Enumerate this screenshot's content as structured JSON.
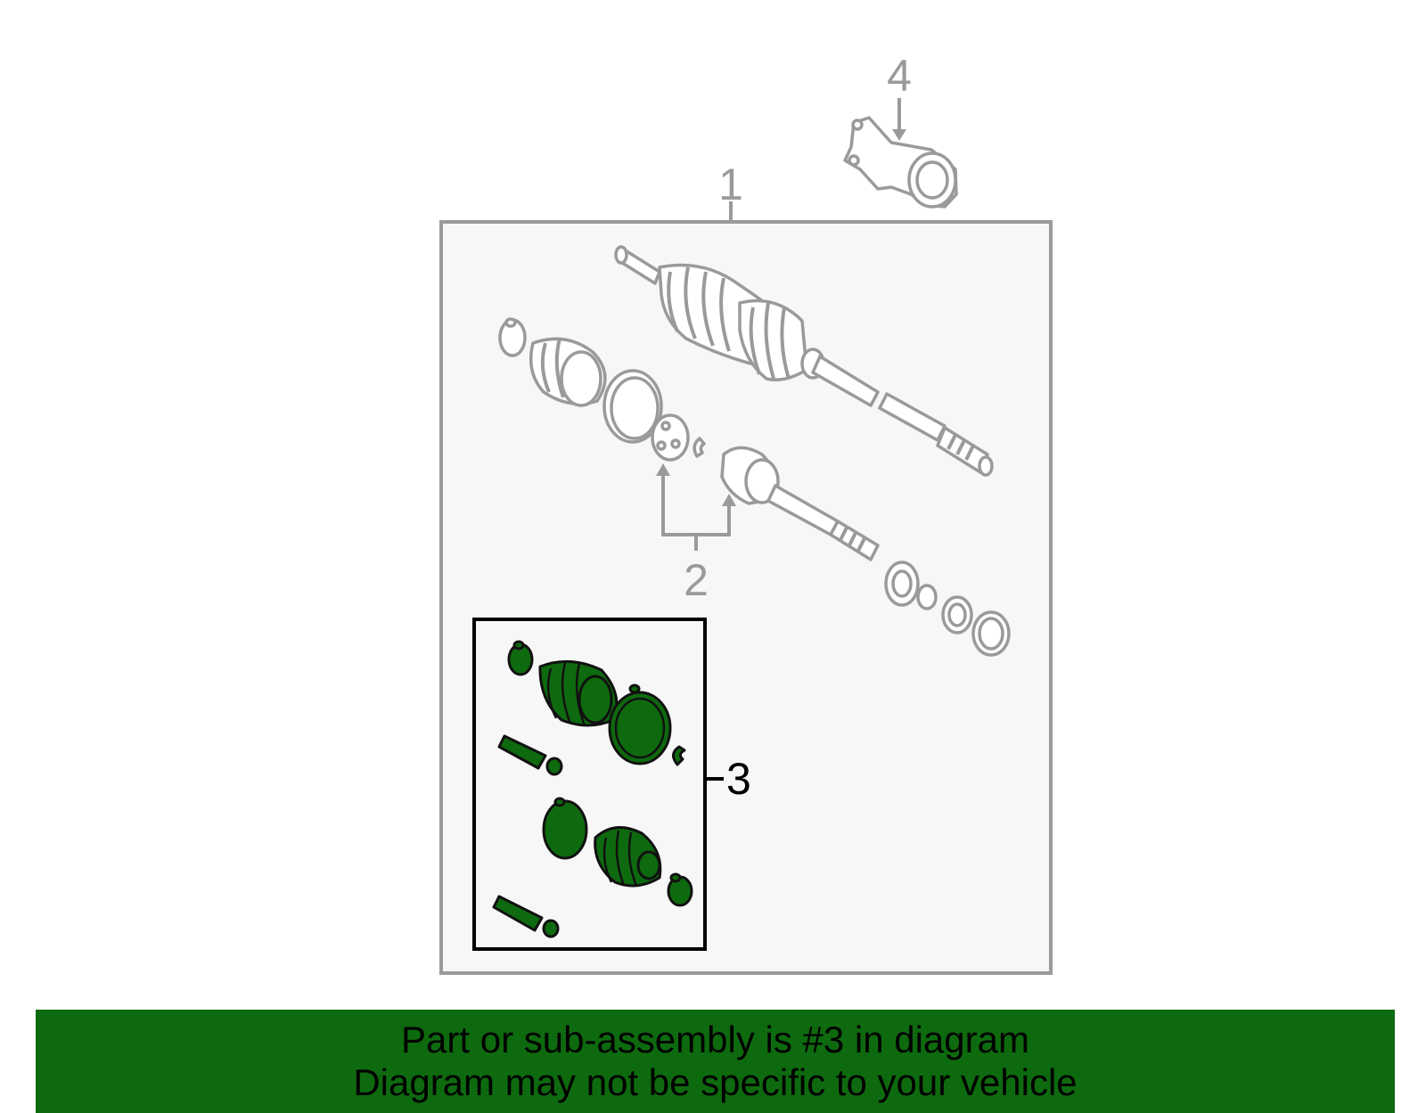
{
  "callouts": {
    "c1": "1",
    "c2": "2",
    "c3": "3",
    "c4": "4"
  },
  "banner": {
    "line1": "Part or sub-assembly is #3 in diagram",
    "line2": "Diagram may not be specific to your vehicle"
  },
  "colors": {
    "banner_bg": "#0e6a0e",
    "kit_fill": "#0e6a0e",
    "outline_gray": "#9a9a9a",
    "panel_bg": "#f7f7f7",
    "highlight_label": "#000000"
  }
}
